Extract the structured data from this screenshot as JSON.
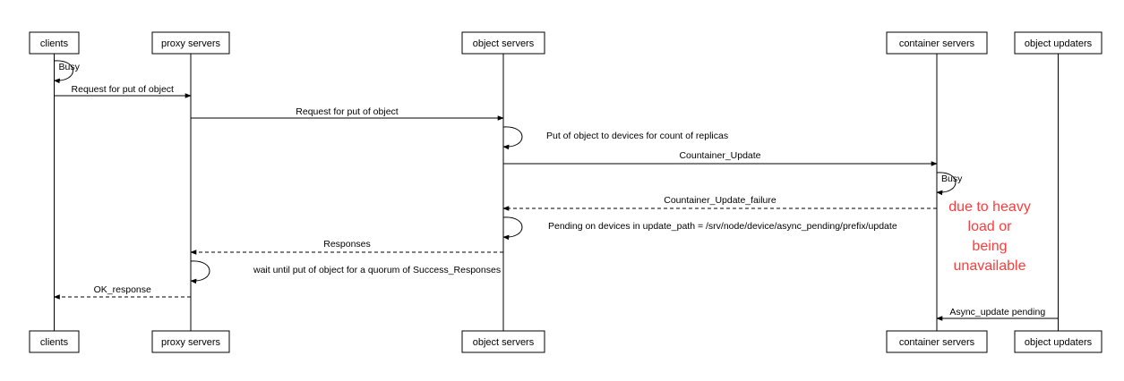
{
  "participants": [
    {
      "id": "clients",
      "label": "clients"
    },
    {
      "id": "proxy",
      "label": "proxy servers"
    },
    {
      "id": "object",
      "label": "object servers"
    },
    {
      "id": "container",
      "label": "container servers"
    },
    {
      "id": "updaters",
      "label": "object updaters"
    }
  ],
  "messages": [
    {
      "label": "Busy",
      "from": "clients",
      "to": "clients",
      "style": "solid"
    },
    {
      "label": "Request for put of object",
      "from": "clients",
      "to": "proxy",
      "style": "solid"
    },
    {
      "label": "Request for put of object",
      "from": "proxy",
      "to": "object",
      "style": "solid"
    },
    {
      "label": "Put of object to devices for count of replicas",
      "from": "object",
      "to": "object",
      "style": "solid"
    },
    {
      "label": "Countainer_Update",
      "from": "object",
      "to": "container",
      "style": "solid"
    },
    {
      "label": "Busy",
      "from": "container",
      "to": "container",
      "style": "solid"
    },
    {
      "label": "Countainer_Update_failure",
      "from": "container",
      "to": "object",
      "style": "dashed"
    },
    {
      "label": "Pending on devices in update_path = /srv/node/device/async_pending/prefix/update",
      "from": "object",
      "to": "object",
      "style": "solid"
    },
    {
      "label": "Responses",
      "from": "object",
      "to": "proxy",
      "style": "dashed"
    },
    {
      "label": "wait until put of object for a quorum of Success_Responses",
      "from": "proxy",
      "to": "proxy",
      "style": "solid"
    },
    {
      "label": "OK_response",
      "from": "proxy",
      "to": "clients",
      "style": "dashed"
    },
    {
      "label": "Async_update pending",
      "from": "updaters",
      "to": "container",
      "style": "solid"
    }
  ],
  "note": {
    "lines": [
      "due to heavy",
      "load or",
      "being",
      "unavailable"
    ],
    "color": "#ff3b3b"
  }
}
